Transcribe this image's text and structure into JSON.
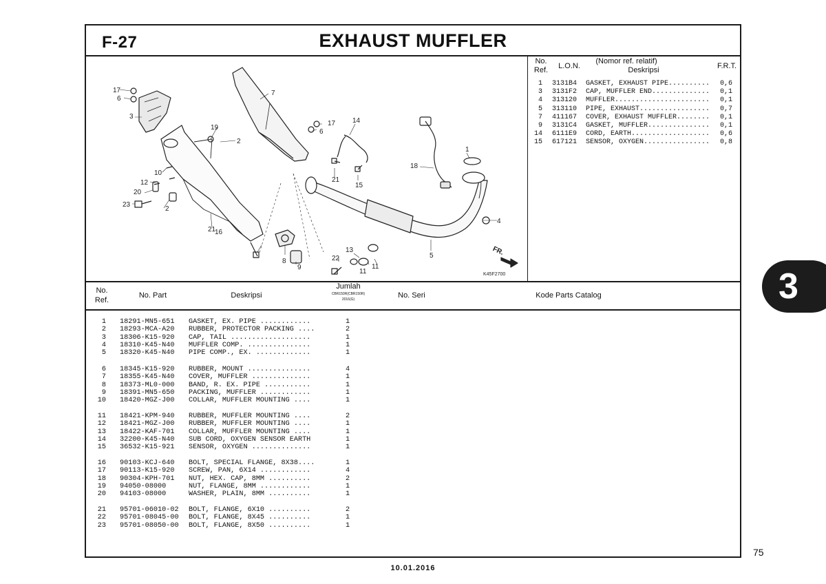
{
  "header": {
    "code": "F-27",
    "title": "EXHAUST MUFFLER"
  },
  "frt": {
    "headers": {
      "no": "No.",
      "ref": "Ref.",
      "lon": "L.O.N.",
      "nomor": "(Nomor ref. relatif)",
      "deskripsi": "Deskripsi",
      "frt": "F.R.T."
    },
    "rows": [
      {
        "no": "1",
        "lon": "3131B4",
        "desc": "GASKET, EXHAUST PIPE..........",
        "val": "0,6"
      },
      {
        "no": "3",
        "lon": "3131F2",
        "desc": "CAP, MUFFLER END..............",
        "val": "0,1"
      },
      {
        "no": "4",
        "lon": "313120",
        "desc": "MUFFLER.......................",
        "val": "0,1"
      },
      {
        "no": "5",
        "lon": "313110",
        "desc": "PIPE, EXHAUST.................",
        "val": "0,7"
      },
      {
        "no": "7",
        "lon": "411167",
        "desc": "COVER, EXHAUST MUFFLER........",
        "val": "0,1"
      },
      {
        "no": "9",
        "lon": "3131C4",
        "desc": "GASKET, MUFFLER...............",
        "val": "0,1"
      },
      {
        "no": "14",
        "lon": "6111E9",
        "desc": "CORD, EARTH...................",
        "val": "0,6"
      },
      {
        "no": "15",
        "lon": "617121",
        "desc": "SENSOR, OXYGEN................",
        "val": "0,8"
      }
    ]
  },
  "diagram": {
    "callouts": [
      "17",
      "6",
      "3",
      "19",
      "2",
      "7",
      "17",
      "6",
      "14",
      "1",
      "10",
      "12",
      "20",
      "23",
      "2",
      "21",
      "21",
      "15",
      "18",
      "4",
      "16",
      "8",
      "9",
      "13",
      "22",
      "11",
      "11",
      "5"
    ],
    "fr_label": "FR.",
    "code": "K45F2700"
  },
  "parts": {
    "headers": {
      "no": "No.",
      "ref": "Ref.",
      "no_part": "No. Part",
      "deskripsi": "Deskripsi",
      "jumlah": "Jumlah",
      "model": "CBR150R(CBR150R)",
      "year": "2016(G)",
      "no_seri": "No. Seri",
      "kode": "Kode Parts Catalog"
    },
    "groups": [
      [
        {
          "no": "1",
          "part": "18291-MN5-651",
          "desc": "GASKET, EX. PIPE ............",
          "qty": "1"
        },
        {
          "no": "2",
          "part": "18293-MCA-A20",
          "desc": "RUBBER, PROTECTOR PACKING ....",
          "qty": "2"
        },
        {
          "no": "3",
          "part": "18306-K15-920",
          "desc": "CAP, TAIL ...................",
          "qty": "1"
        },
        {
          "no": "4",
          "part": "18310-K45-N40",
          "desc": "MUFFLER COMP. ...............",
          "qty": "1"
        },
        {
          "no": "5",
          "part": "18320-K45-N40",
          "desc": "PIPE COMP., EX. .............",
          "qty": "1"
        }
      ],
      [
        {
          "no": "6",
          "part": "18345-K15-920",
          "desc": "RUBBER, MOUNT ...............",
          "qty": "4"
        },
        {
          "no": "7",
          "part": "18355-K45-N40",
          "desc": "COVER, MUFFLER ..............",
          "qty": "1"
        },
        {
          "no": "8",
          "part": "18373-ML0-000",
          "desc": "BAND, R. EX. PIPE ...........",
          "qty": "1"
        },
        {
          "no": "9",
          "part": "18391-MN5-650",
          "desc": "PACKING, MUFFLER ............",
          "qty": "1"
        },
        {
          "no": "10",
          "part": "18420-MGZ-J00",
          "desc": "COLLAR, MUFFLER MOUNTING ....",
          "qty": "1"
        }
      ],
      [
        {
          "no": "11",
          "part": "18421-KPM-940",
          "desc": "RUBBER, MUFFLER MOUNTING ....",
          "qty": "2"
        },
        {
          "no": "12",
          "part": "18421-MGZ-J00",
          "desc": "RUBBER, MUFFLER MOUNTING ....",
          "qty": "1"
        },
        {
          "no": "13",
          "part": "18422-KAF-701",
          "desc": "COLLAR, MUFFLER MOUNTING ....",
          "qty": "1"
        },
        {
          "no": "14",
          "part": "32200-K45-N40",
          "desc": "SUB CORD, OXYGEN SENSOR EARTH",
          "qty": "1"
        },
        {
          "no": "15",
          "part": "36532-K15-921",
          "desc": "SENSOR, OXYGEN ..............",
          "qty": "1"
        }
      ],
      [
        {
          "no": "16",
          "part": "90103-KCJ-640",
          "desc": "BOLT, SPECIAL FLANGE, 8X38....",
          "qty": "1"
        },
        {
          "no": "17",
          "part": "90113-K15-920",
          "desc": "SCREW, PAN, 6X14 ............",
          "qty": "4"
        },
        {
          "no": "18",
          "part": "90304-KPH-701",
          "desc": "NUT, HEX. CAP, 8MM ..........",
          "qty": "2"
        },
        {
          "no": "19",
          "part": "94050-08000",
          "desc": "NUT, FLANGE, 8MM ............",
          "qty": "1"
        },
        {
          "no": "20",
          "part": "94103-08000",
          "desc": "WASHER, PLAIN, 8MM ..........",
          "qty": "1"
        }
      ],
      [
        {
          "no": "21",
          "part": "95701-06010-02",
          "desc": "BOLT, FLANGE, 6X10 ..........",
          "qty": "2"
        },
        {
          "no": "22",
          "part": "95701-08045-00",
          "desc": "BOLT, FLANGE, 8X45 ..........",
          "qty": "1"
        },
        {
          "no": "23",
          "part": "95701-08050-00",
          "desc": "BOLT, FLANGE, 8X50 ..........",
          "qty": "1"
        }
      ]
    ]
  },
  "side_tab": "3",
  "page_number": "75",
  "date": "10.01.2016"
}
